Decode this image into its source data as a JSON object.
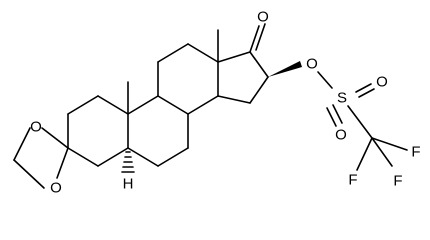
{
  "diagram": {
    "type": "chemical-structure",
    "colors": {
      "bond": "#000000",
      "label": "#000000",
      "background": "#ffffff"
    },
    "atom_labels": {
      "ketone_o": "O",
      "ester_o": "O",
      "sulfonyl_o_top": "O",
      "sulfonyl_o_bottom": "O",
      "sulfur": "S",
      "fluorine_right": "F",
      "fluorine_bottom_left": "F",
      "fluorine_bottom": "F",
      "ketal_o_upper": "O",
      "ketal_o_lower": "O",
      "stereo_h": "H"
    }
  }
}
